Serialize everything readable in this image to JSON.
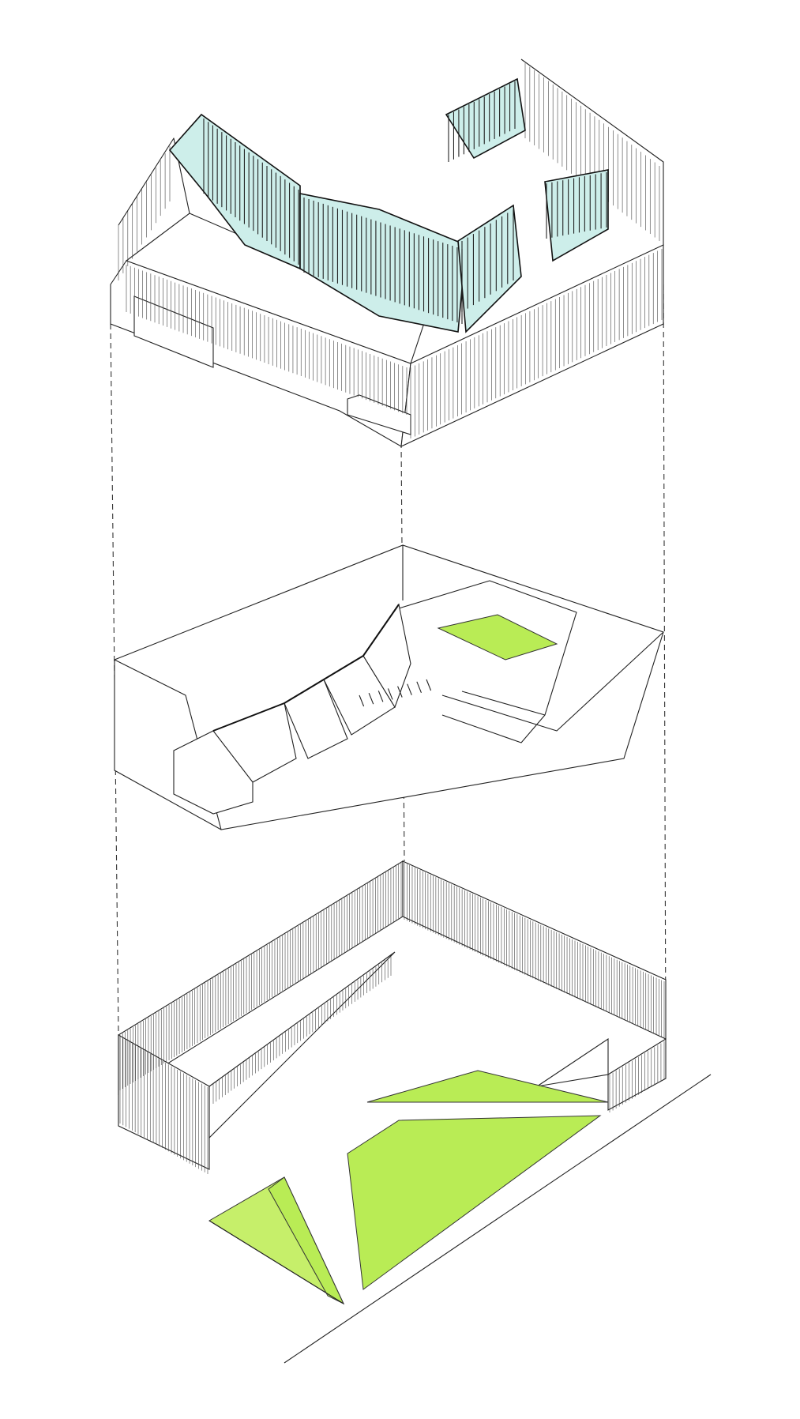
{
  "diagram": {
    "kind": "exploded-axonometric",
    "layers": [
      {
        "id": "roof-enclosure",
        "icon": "building-volume-icon"
      },
      {
        "id": "interior-stairs",
        "icon": "stair-core-icon"
      },
      {
        "id": "perimeter-wall",
        "icon": "fence-wall-icon"
      },
      {
        "id": "ground-planes",
        "icon": "landscape-plane-icon"
      }
    ],
    "colors": {
      "line": "#222222",
      "glass": "#cdeeea",
      "green": "#b9ec55",
      "green_light": "#c6ef6a",
      "background": "#ffffff"
    }
  }
}
